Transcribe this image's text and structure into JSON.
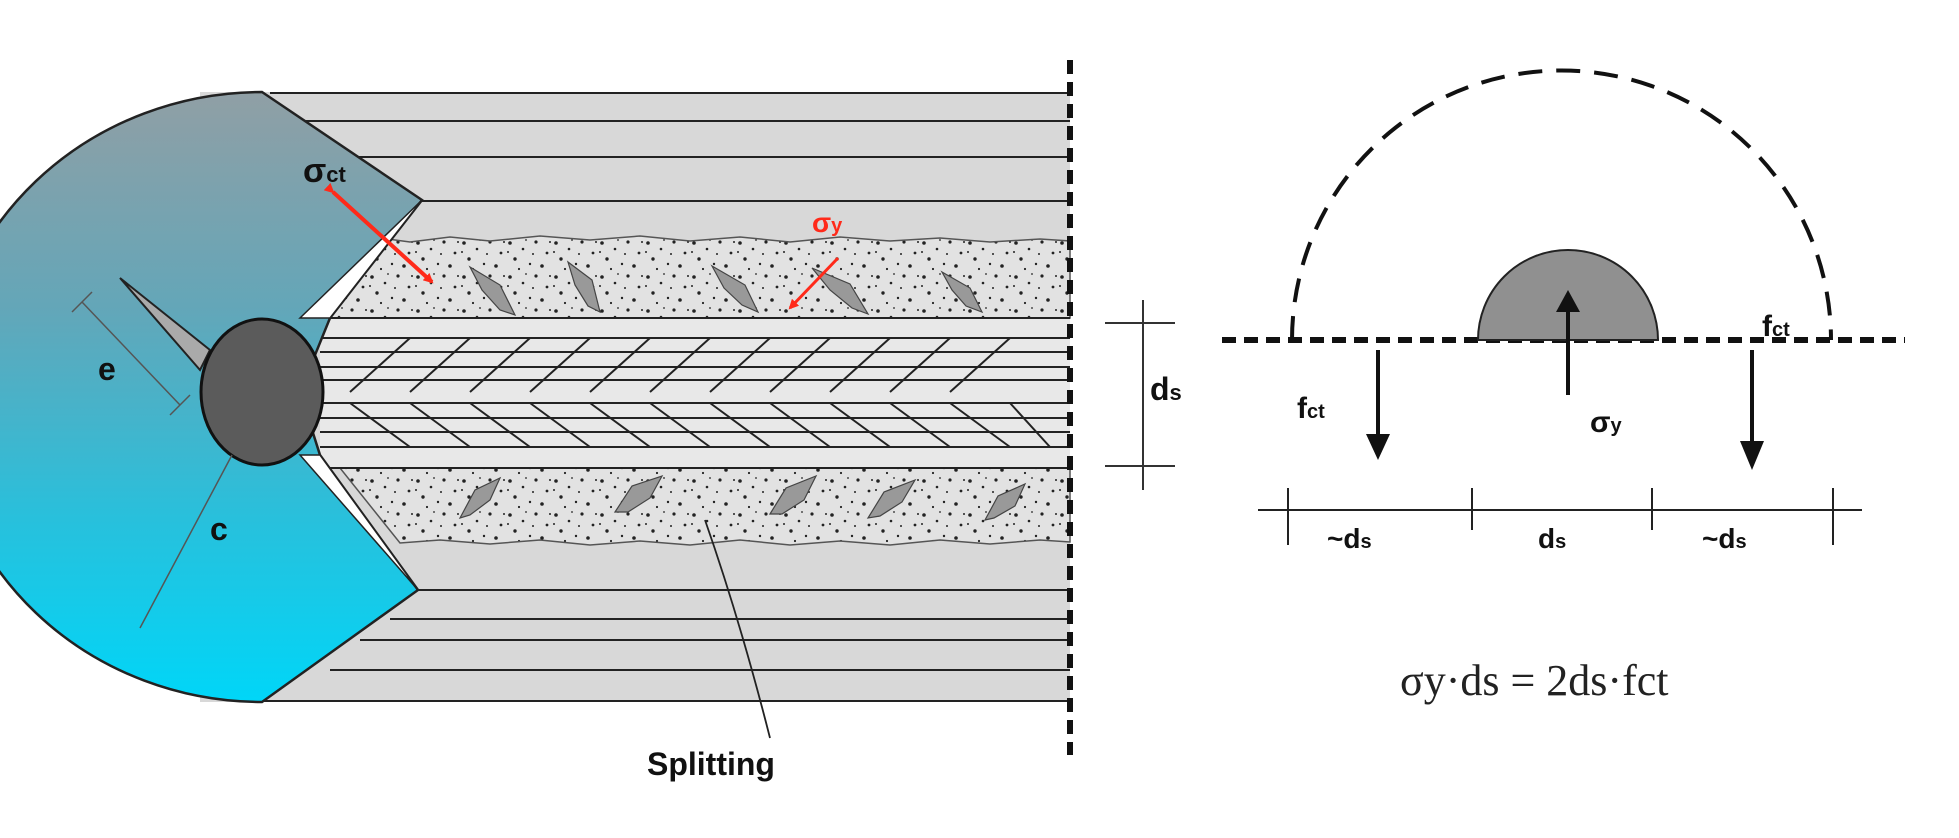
{
  "left_figure": {
    "labels": {
      "sigma_ct": "σ",
      "sigma_ct_sub": "ct",
      "sigma_y": "σ",
      "sigma_y_sub": "y",
      "e": "e",
      "c": "c",
      "ds": "d",
      "ds_sub": "s",
      "splitting": "Splitting"
    }
  },
  "right_figure": {
    "labels": {
      "fct_right": "f",
      "fct_right_sub": "ct",
      "fct_left": "f",
      "fct_left_sub": "ct",
      "sigma_y": "σ",
      "sigma_y_sub": "y",
      "dim_left": "~d",
      "dim_left_sub": "s",
      "dim_mid": "d",
      "dim_mid_sub": "s",
      "dim_right": "~d",
      "dim_right_sub": "s"
    },
    "equation": "σy·ds = 2ds·fct"
  },
  "colors": {
    "accent_red": "#ff2a1a",
    "teal_top": "#8f9ea4",
    "cyan_bottom": "#00d4f7",
    "concrete": "#d8d8d8",
    "bar_dark": "#5b5b5b",
    "semicircle": "#909090"
  }
}
